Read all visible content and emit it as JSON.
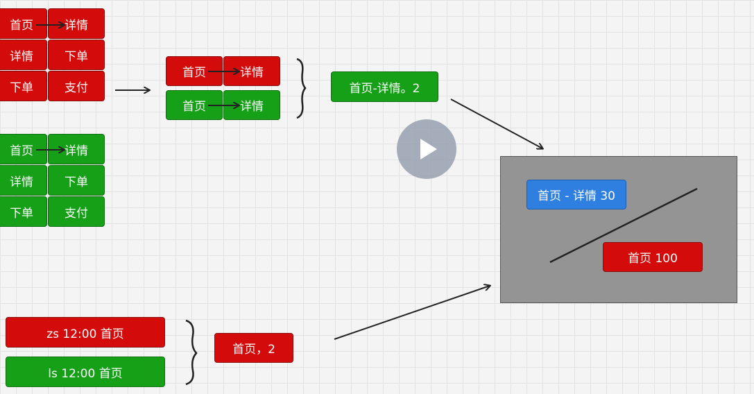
{
  "grid_red": [
    [
      "首页",
      "详情"
    ],
    [
      "详情",
      "下单"
    ],
    [
      "下单",
      "支付"
    ]
  ],
  "grid_green": [
    [
      "首页",
      "详情"
    ],
    [
      "详情",
      "下单"
    ],
    [
      "下单",
      "支付"
    ]
  ],
  "pair_red": [
    "首页",
    "详情"
  ],
  "pair_green": [
    "首页",
    "详情"
  ],
  "result_detail": "首页-详情。2",
  "panel": {
    "top_label": "首页 - 详情 30",
    "bottom_label": "首页  100"
  },
  "log_red": "zs   12:00   首页",
  "log_green": "ls   12:00   首页",
  "result_home": "首页，2",
  "colors": {
    "red": "#d40b0b",
    "green": "#16a018",
    "blue": "#2e7fe0",
    "panel": "#949494"
  },
  "icons": [
    "play-icon"
  ]
}
